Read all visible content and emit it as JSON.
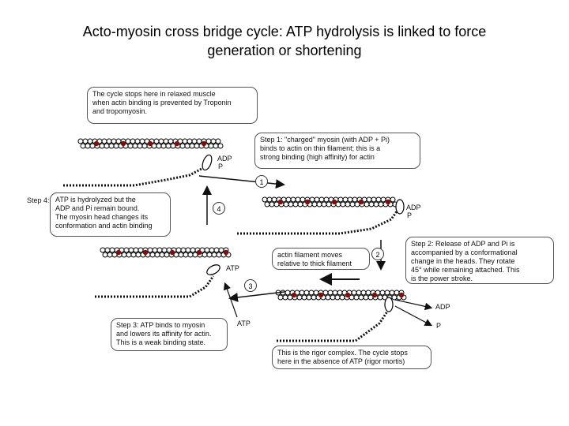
{
  "slide": {
    "title_line1": "Acto-myosin cross bridge cycle: ATP hydrolysis is linked to force",
    "title_line2": "generation or shortening"
  },
  "callouts": {
    "relaxed": "The cycle stops here in relaxed muscle\nwhen actin binding is prevented by Troponin\nand tropomyosin.",
    "step1": "Step 1: \"charged\" myosin (with ADP + Pi)\nbinds to actin on thin filament; this is a\nstrong binding (high affinity) for actin",
    "step4_lead": "Step 4:",
    "step4": "ATP is hydrolyzed but the\nADP and Pi remain bound.\nThe myosin head changes its\nconformation and actin binding",
    "actin_moves": "actin filament moves\nrelative to thick filament",
    "step2": "Step 2: Release of ADP and Pi is\naccompanied by a conformational\nchange in the heads. They rotate\n45° while remaining attached. This\nis the power stroke.",
    "step3": "Step 3: ATP binds to myosin\nand lowers its affinity for actin.\nThis is a weak binding state.",
    "rigor": "This is the rigor complex. The cycle stops\nhere in the absence of ATP (rigor mortis)"
  },
  "labels": {
    "adp": "ADP",
    "p": "P",
    "atp": "ATP"
  },
  "steps": [
    "1",
    "2",
    "3",
    "4"
  ]
}
